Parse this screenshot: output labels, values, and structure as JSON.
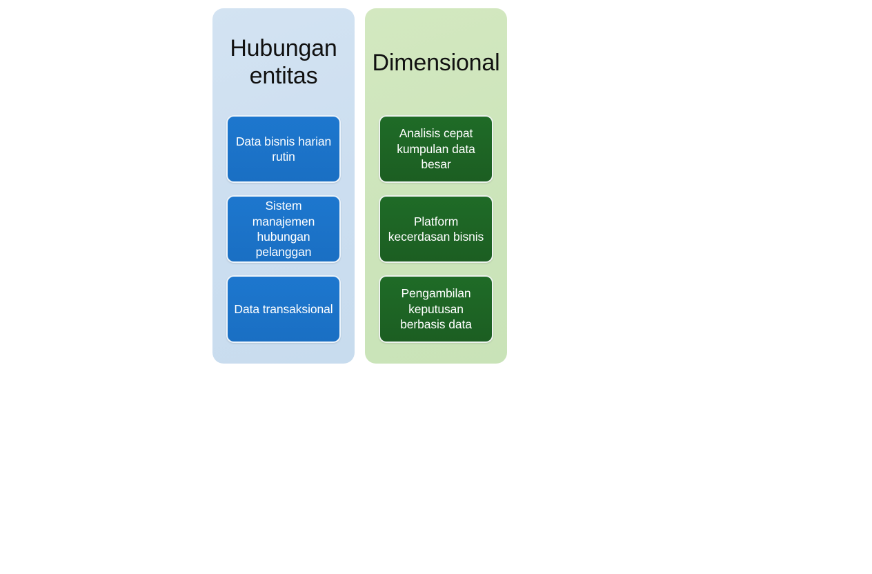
{
  "diagram": {
    "type": "two-column-comparison",
    "columns": [
      {
        "id": "hubungan-entitas",
        "title": "Hubungan entitas",
        "panel_color": "#cfe0f0",
        "card_color": "#1d77ce",
        "card_text_color": "#ffffff",
        "cards": [
          {
            "label": "Data bisnis harian rutin"
          },
          {
            "label": "Sistem manajemen hubungan pelanggan"
          },
          {
            "label": "Data transaksional"
          }
        ]
      },
      {
        "id": "dimensional",
        "title": "Dimensional",
        "panel_color": "#cee5bb",
        "card_color": "#1f6b27",
        "card_text_color": "#ffffff",
        "cards": [
          {
            "label": "Analisis cepat kumpulan data besar"
          },
          {
            "label": "Platform kecerdasan bisnis"
          },
          {
            "label": "Pengambilan keputusan berbasis data"
          }
        ]
      }
    ]
  }
}
